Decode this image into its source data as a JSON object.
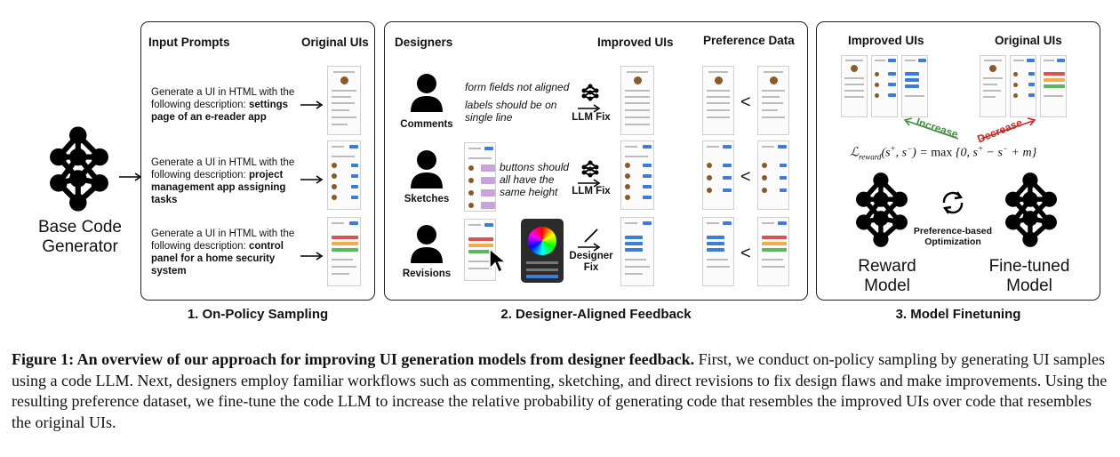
{
  "panel1": {
    "header_left": "Input Prompts",
    "header_right": "Original UIs",
    "prompts": [
      {
        "prefix": "Generate a UI in HTML with the following description: ",
        "bold": "settings page of an e-reader app"
      },
      {
        "prefix": "Generate a UI in HTML with the following description: ",
        "bold": "project management app assigning tasks"
      },
      {
        "prefix": "Generate a UI in HTML with the following description: ",
        "bold": "control panel for a home security system"
      }
    ],
    "section_title": "1. On-Policy Sampling"
  },
  "base_model": {
    "line1": "Base Code",
    "line2": "Generator"
  },
  "panel2": {
    "header_designers": "Designers",
    "header_improved": "Improved UIs",
    "header_preference": "Preference Data",
    "rows": [
      {
        "label": "Comments",
        "note1": "form fields not aligned",
        "note2": "labels should be on single line",
        "fix_line1": "LLM Fix",
        "fix_line2": ""
      },
      {
        "label": "Sketches",
        "note1": "buttons should all have the same height",
        "note2": "",
        "fix_line1": "LLM Fix",
        "fix_line2": ""
      },
      {
        "label": "Revisions",
        "note1": "",
        "note2": "",
        "fix_line1": "Designer",
        "fix_line2": "Fix"
      }
    ],
    "less_than": "<",
    "section_title": "2. Designer-Aligned Feedback"
  },
  "panel3": {
    "header_improved": "Improved UIs",
    "header_original": "Original UIs",
    "increase": "Increase",
    "decrease": "Decrease",
    "optimization_line1": "Preference-based",
    "optimization_line2": "Optimization",
    "reward_line1": "Reward",
    "reward_line2": "Model",
    "finetuned_line1": "Fine-tuned",
    "finetuned_line2": "Model",
    "section_title": "3. Model Finetuning"
  },
  "caption": {
    "bold": "Figure 1: An overview of our approach for improving UI generation models from designer feedback.",
    "text": " First, we conduct on-policy sampling by generating UI samples using a code LLM. Next, designers employ familiar workflows such as commenting, sketching, and direct revisions to fix design flaws and make improvements. Using the resulting preference dataset, we fine-tune the code LLM to increase the relative probability of generating code that resembles the improved UIs over code that resembles the original UIs."
  },
  "colors": {
    "increase": "#3f8f3f",
    "decrease": "#c62828",
    "ui_blue": "#3b7ddd",
    "border": "#222222"
  }
}
